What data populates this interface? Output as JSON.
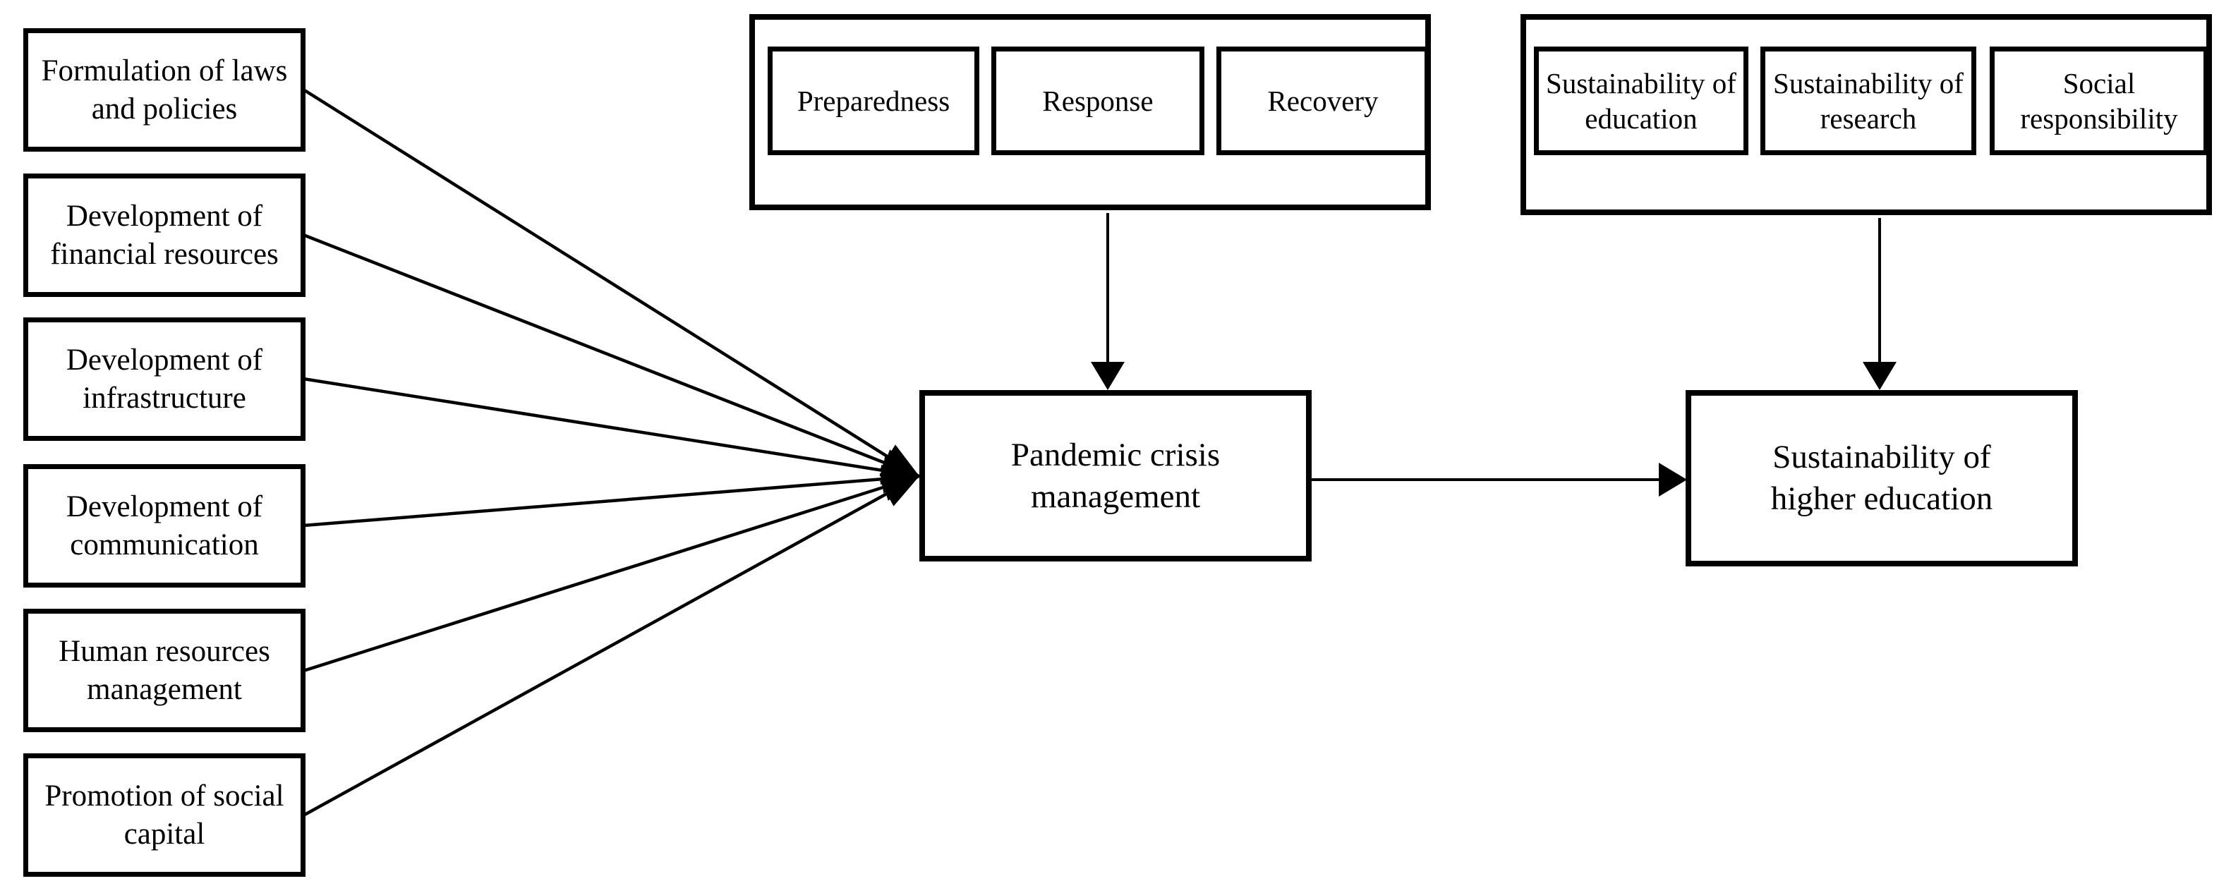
{
  "diagram": {
    "colors": {
      "ink": "#000000",
      "background": "#ffffff"
    },
    "antecedents": [
      "Formulation of laws and policies",
      "Development of financial resources",
      "Development of infrastructure",
      "Development of communication",
      "Human resources management",
      "Promotion of social capital"
    ],
    "pandemic_phases": [
      "Preparedness",
      "Response",
      "Recovery"
    ],
    "sustainability_dimensions": [
      "Sustainability of education",
      "Sustainability of research",
      "Social responsibility"
    ],
    "mediator": "Pandemic crisis management",
    "outcome": "Sustainability of higher education"
  }
}
